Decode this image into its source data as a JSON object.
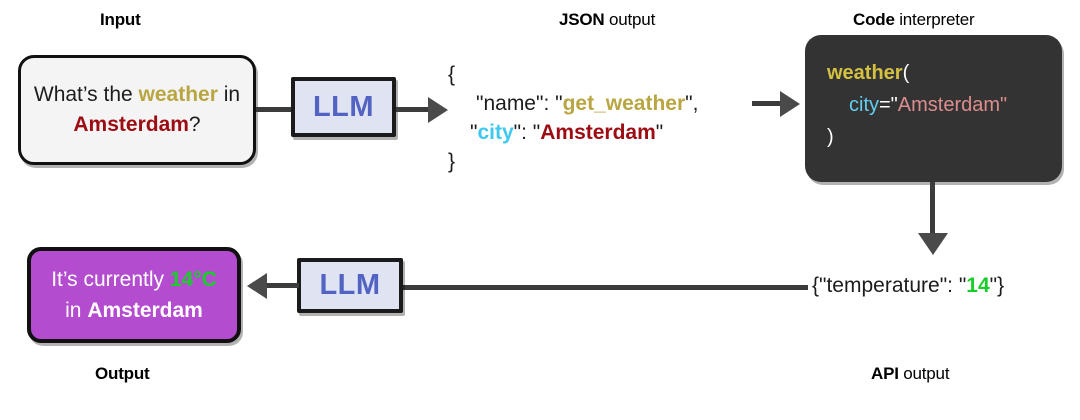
{
  "captions": {
    "input": {
      "strong": "Input",
      "light": ""
    },
    "json": {
      "strong": "JSON",
      "light": " output"
    },
    "code": {
      "strong": "Code",
      "light": " interpreter"
    },
    "output": {
      "strong": "Output",
      "light": ""
    },
    "api": {
      "strong": "API",
      "light": " output"
    }
  },
  "input_box": {
    "line1_pre": "What’s the ",
    "line1_kw": "weather",
    "line1_post": " in",
    "line2_kw": "Amsterdam",
    "line2_post": "?"
  },
  "llm_top": {
    "label": "LLM"
  },
  "llm_bottom": {
    "label": "LLM"
  },
  "json_output": {
    "open_brace": "{",
    "key_name": "\"name\": \"",
    "value_name": "get_weather",
    "after_name": "\",",
    "key_city_q1": "\"",
    "key_city": "city",
    "key_city_q2": "\": \"",
    "value_city": "Amsterdam",
    "after_city": "\"",
    "close_brace": "}"
  },
  "code_box": {
    "fn": "weather",
    "paren_open": "(",
    "arg": "city",
    "eq_quote": "=\"",
    "arg_value": "Amsterdam",
    "end_quote": "\"",
    "paren_close": ")"
  },
  "api_output": {
    "prefix": "{\"temperature\": \"",
    "value": "14",
    "suffix": "\"}"
  },
  "output_box": {
    "line1_pre": "It’s currently ",
    "line1_temp": "14°C",
    "line2_pre": "in ",
    "line2_city": "Amsterdam"
  },
  "colors": {
    "weather_gold": "#b9a642",
    "amsterdam_red": "#9c0c12",
    "city_cyan": "#3ec8f0",
    "code_fn_yellow": "#d4c041",
    "code_str_salmon": "#dd8d8d",
    "temp_green": "#17cf28",
    "output_purple": "#b44cd0",
    "llm_fill": "#dfe3f2",
    "llm_text": "#5363c4",
    "code_bg": "#333333",
    "connector": "#3b3b3b"
  }
}
